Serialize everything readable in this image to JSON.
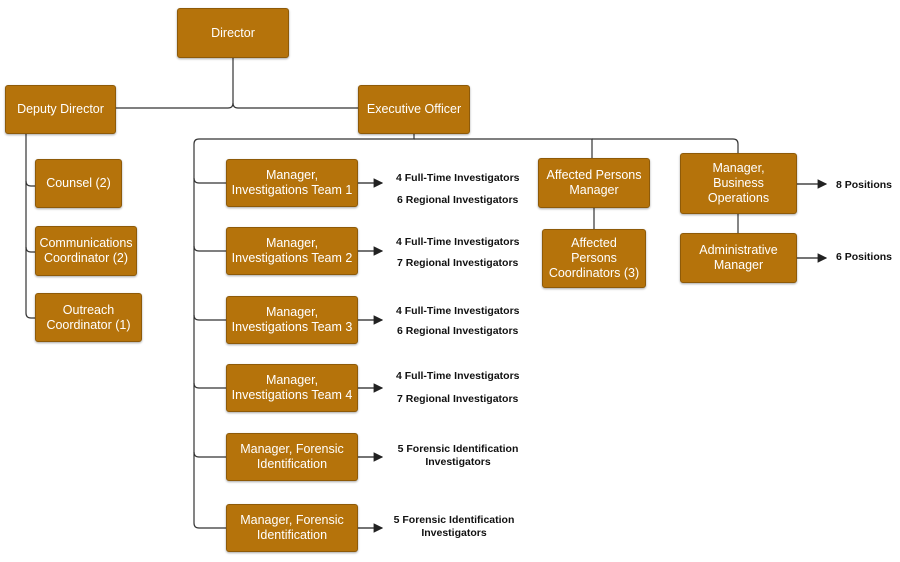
{
  "boxes": {
    "director": "Director",
    "deputy_director": "Deputy Director",
    "executive_officer": "Executive Officer",
    "counsel": "Counsel (2)",
    "communications": "Communications\nCoordinator (2)",
    "outreach": "Outreach\nCoordinator (1)",
    "team1": "Manager,\nInvestigations Team 1",
    "team2": "Manager,\nInvestigations Team 2",
    "team3": "Manager,\nInvestigations Team 3",
    "team4": "Manager,\nInvestigations Team 4",
    "forensic1": "Manager, Forensic\nIdentification",
    "forensic2": "Manager, Forensic\nIdentification",
    "affected_manager": "Affected Persons\nManager",
    "affected_coordinators": "Affected\nPersons\nCoordinators (3)",
    "business_ops": "Manager,\nBusiness\nOperations",
    "admin_manager": "Administrative\nManager"
  },
  "notes": {
    "team1_ft": "4 Full-Time Investigators",
    "team1_reg": "6 Regional Investigators",
    "team2_ft": "4 Full-Time Investigators",
    "team2_reg": "7 Regional Investigators",
    "team3_ft": "4 Full-Time Investigators",
    "team3_reg": "6 Regional Investigators",
    "team4_ft": "4 Full-Time Investigators",
    "team4_reg": "7 Regional Investigators",
    "forensic1_inv": "5 Forensic Identification\nInvestigators",
    "forensic2_inv": "5 Forensic Identification\nInvestigators",
    "business_positions": "8 Positions",
    "admin_positions": "6 Positions"
  },
  "colors": {
    "box_fill": "#b5730b",
    "connector": "#333333"
  }
}
